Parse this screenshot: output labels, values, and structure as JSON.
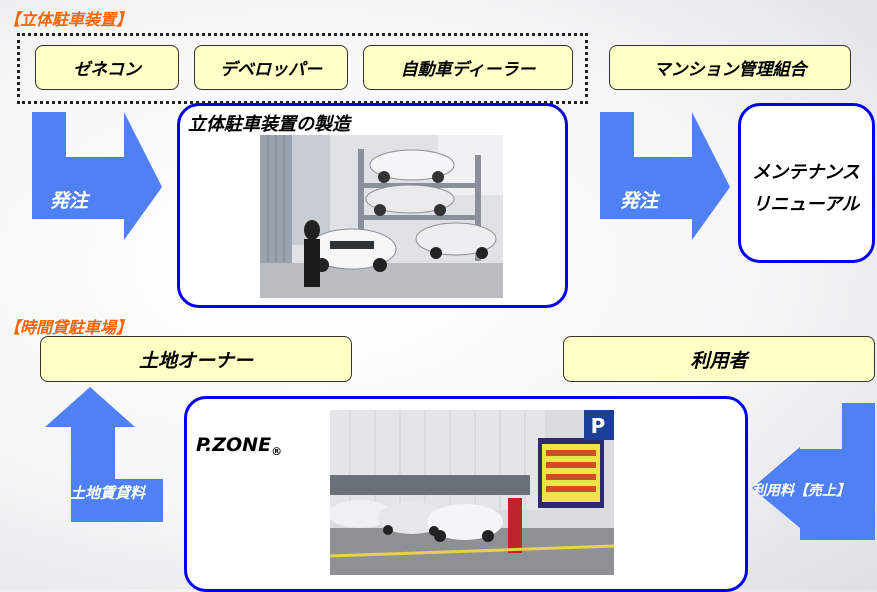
{
  "section1": {
    "title": "【立体駐車装置】",
    "orderers": [
      "ゼネコン",
      "デベロッパー",
      "自動車ディーラー"
    ],
    "maintenance_client": "マンション管理組合",
    "order_label_left": "発注",
    "manufacturing_title": "立体駐車装置の製造",
    "order_label_right": "発注",
    "service_line1": "メンテナンス",
    "service_line2": "リニューアル"
  },
  "section2": {
    "title": "【時間貸駐車場】",
    "landowner": "土地オーナー",
    "user": "利用者",
    "rent_label": "土地賃貸料",
    "brand": "P.ZONE",
    "brand_mark": "®",
    "fee_label": "利用料【売上】",
    "sign_letter": "P"
  },
  "colors": {
    "accent_orange": "#ff6600",
    "arrow_blue": "#4f81f5",
    "box_border_blue": "#0000ee",
    "label_fill": "#ffffc6"
  },
  "icons": {
    "arrow_left_group": "down-right-arrow",
    "arrow_right_group": "down-right-arrow",
    "arrow_landowner": "up-arrow",
    "arrow_user": "down-left-arrow"
  }
}
